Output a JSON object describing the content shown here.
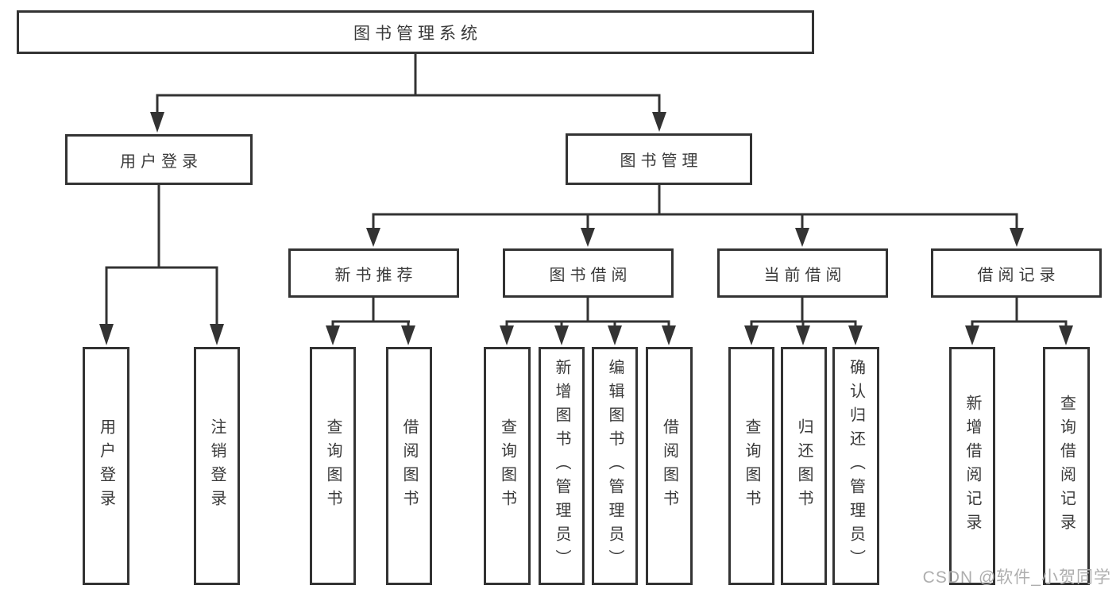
{
  "root": {
    "label": "图书管理系统"
  },
  "branches": [
    {
      "label": "用户登录",
      "children": [
        "用户登录",
        "注销登录"
      ]
    },
    {
      "label": "图书管理",
      "sections": [
        {
          "label": "新书推荐",
          "children": [
            "查询图书",
            "借阅图书"
          ]
        },
        {
          "label": "图书借阅",
          "children": [
            "查询图书",
            "新增图书（管理员）",
            "编辑图书（管理员）",
            "借阅图书"
          ]
        },
        {
          "label": "当前借阅",
          "children": [
            "查询图书",
            "归还图书",
            "确认归还（管理员）"
          ]
        },
        {
          "label": "借阅记录",
          "children": [
            "新增借阅记录",
            "查询借阅记录"
          ]
        }
      ]
    }
  ],
  "watermark": "CSDN @软件_小贺同学",
  "colors": {
    "line": "#333333",
    "text": "#3a3a3a",
    "watermark": "#aeaeae",
    "background": "#ffffff"
  }
}
